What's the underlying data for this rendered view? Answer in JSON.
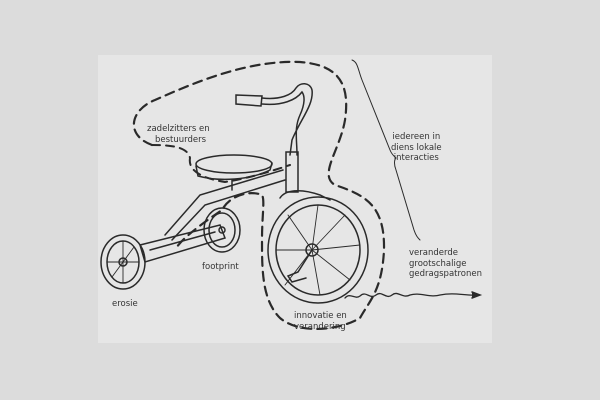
{
  "labels": {
    "riders": [
      "zadelzitters en",
      "bestuurders"
    ],
    "local": [
      "iedereen in",
      "diens lokale",
      "interacties"
    ],
    "global": [
      "veranderde",
      "grootschalige",
      "gedragspatronen"
    ],
    "footprint": "footprint",
    "erosion": "erosie",
    "innovation": [
      "innovatie en",
      "verandering"
    ]
  },
  "colors": {
    "ink": "#2a2a2a",
    "panel": "#e6e6e6",
    "background": "#dcdcdc"
  }
}
